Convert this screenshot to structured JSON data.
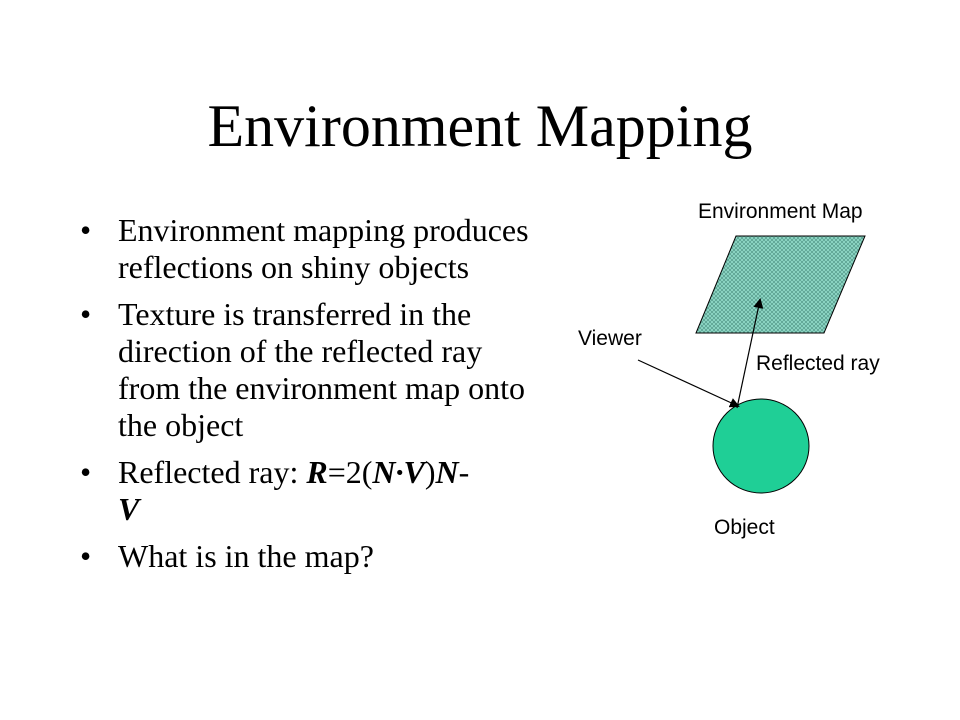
{
  "slide": {
    "title": "Environment Mapping",
    "bullets": [
      {
        "text": "Environment mapping produces reflections on shiny objects"
      },
      {
        "text": "Texture is transferred in the direction of the reflected ray from the environment map onto the object"
      },
      {
        "prefix": "Reflected ray: ",
        "R": "R",
        "eq": "=2(",
        "N1": "N",
        "dot": "·",
        "V1": "V",
        "close": ")",
        "N2": "N",
        "dash": "-",
        "V2": "V"
      },
      {
        "text": "What is in the map?"
      }
    ]
  },
  "diagram": {
    "environment_map_label": "Environment Map",
    "viewer_label": "Viewer",
    "reflected_ray_label": "Reflected ray",
    "object_label": "Object",
    "colors": {
      "map_fill": "#8fd8c6",
      "object_fill": "#1fcf96",
      "stroke": "#000000"
    }
  }
}
